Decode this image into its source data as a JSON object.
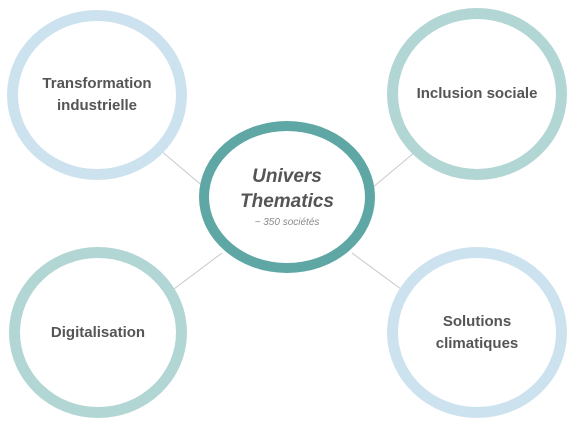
{
  "diagram": {
    "center": {
      "title": "Univers\nThematics",
      "subtitle": "~ 350 sociétés"
    },
    "nodes": {
      "top_left": "Transformation\nindustrielle",
      "top_right": "Inclusion sociale",
      "bottom_left": "Digitalisation",
      "bottom_right": "Solutions\nclimatiques"
    },
    "colors": {
      "center_ring": "#5ea7a4",
      "teal_ring": "#b1d6d4",
      "blue_ring": "#cde2ef",
      "connector": "#c8c8c8",
      "text": "#555555"
    }
  }
}
